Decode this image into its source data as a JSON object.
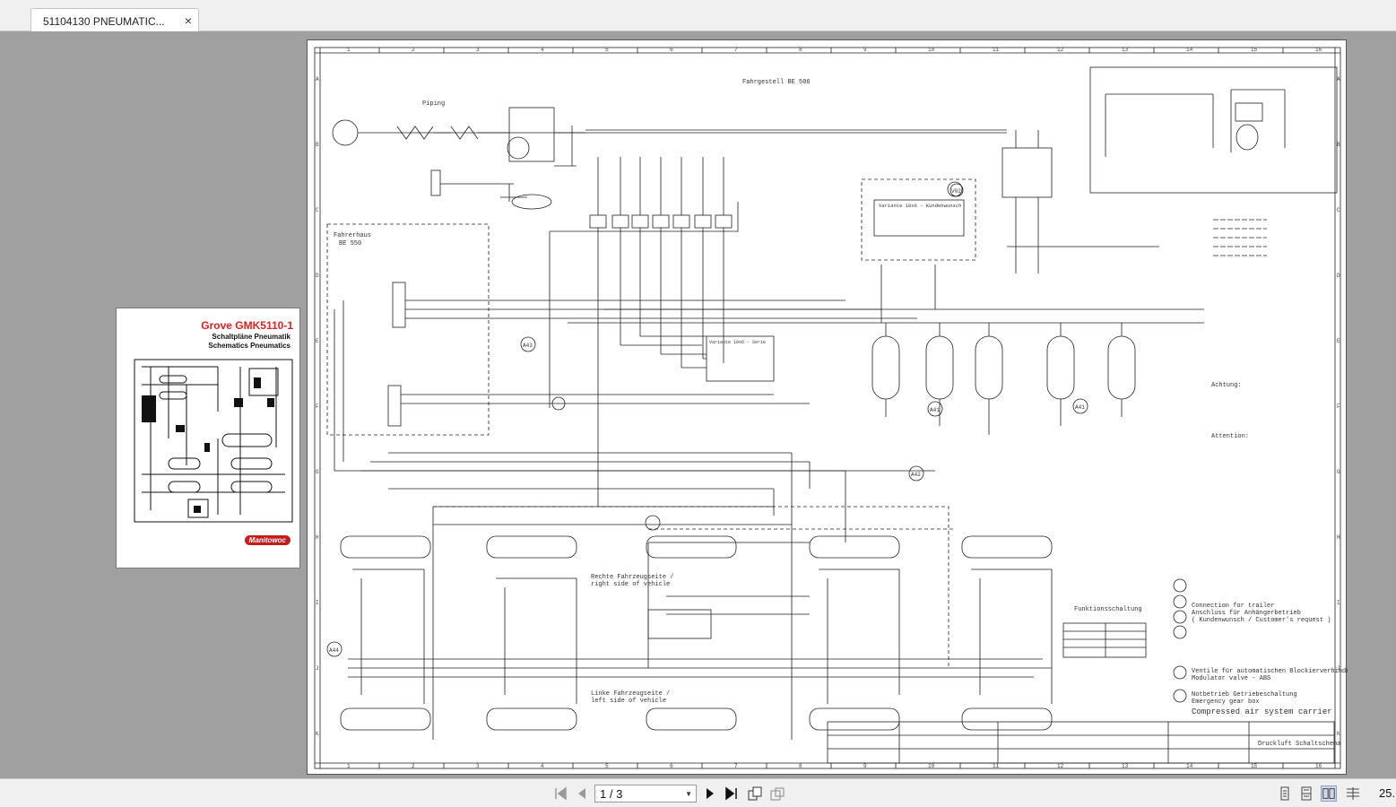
{
  "tab": {
    "title": "51104130 PNEUMATIC...",
    "close_label": "×"
  },
  "thumbnail": {
    "title": "Grove GMK5110-1",
    "subtitle_de": "Schaltpläne Pneumatik",
    "subtitle_en": "Schematics Pneumatics",
    "logo": "Manitowoc"
  },
  "schematic": {
    "labels": {
      "fahrgestell": "Fahrgestell BE 506",
      "fahrerhaus": "Fahrerhaus",
      "be550": "BE 550",
      "variante_top": "Variante 10x6 - Kundenwunsch",
      "variante_mid": "Variante 10x6 - Serie",
      "rechte": "Rechte Fahrzeugseite /",
      "right_side": "right side of vehicle",
      "linke": "Linke Fahrzeugseite /",
      "left_side": "left side of vehicle",
      "funktion": "Funktionsschaltung",
      "achtung": "Achtung:",
      "attention": "Attention:",
      "trailer": "Connection for trailer",
      "anhaenger": "Anschluss für Anhängerbetrieb",
      "kundenwunsch": "( Kundenwunsch / Customer's request )",
      "abs_de": "Ventile für automatischen Blockierverhinderer",
      "abs_en": "Modulator valve - ABS",
      "noteingang_de": "Notbetrieb Getriebeschaltung",
      "noteingang_en": "Emergency gear box",
      "compressed": "Compressed air system carrier",
      "druckluft": "Druckluft Schaltschema",
      "piping": "Piping",
      "a43": "A43",
      "a41": "A41",
      "a42": "A42",
      "v02": "V02",
      "a44": "A44",
      "a41b": "A41"
    },
    "col_numbers": [
      "1",
      "2",
      "3",
      "4",
      "5",
      "6",
      "7",
      "8",
      "9",
      "10",
      "11",
      "12",
      "13",
      "14",
      "15",
      "16"
    ],
    "row_letters": [
      "A",
      "B",
      "C",
      "D",
      "E",
      "F",
      "G",
      "H",
      "I",
      "J",
      "K"
    ]
  },
  "toolbar": {
    "first_page_icon": "first-page-icon",
    "prev_page_icon": "prev-page-icon",
    "page_indicator": "1 / 3",
    "next_page_icon": "next-page-icon",
    "last_page_icon": "last-page-icon",
    "zoom": "25."
  }
}
